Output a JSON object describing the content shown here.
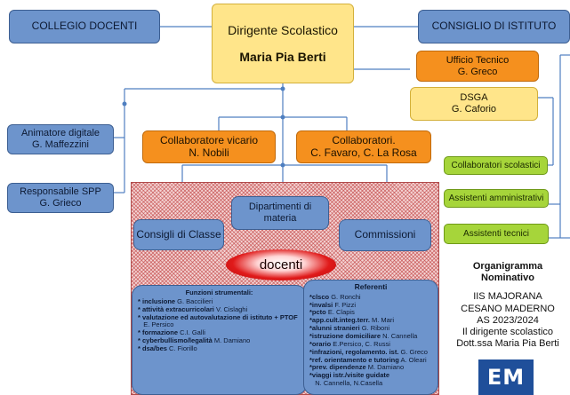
{
  "top": {
    "collegio_docenti": "COLLEGIO DOCENTI",
    "dirigente_title": "Dirigente Scolastico",
    "dirigente_name": "Maria Pia Berti",
    "consiglio_istituto": "CONSIGLIO DI ISTITUTO"
  },
  "ufficio_tecnico": {
    "title": "Ufficio Tecnico",
    "name": "G. Greco"
  },
  "dsga": {
    "title": "DSGA",
    "name": "G. Caforio"
  },
  "animatore": {
    "title": "Animatore digitale",
    "name": "G. Maffezzini"
  },
  "rspp": {
    "title": "Responsabile SPP",
    "name": "G. Grieco"
  },
  "collaboratore_vicario": {
    "title": "Collaboratore vicario",
    "name": "N. Nobili"
  },
  "collaboratori": {
    "title": "Collaboratori.",
    "name": "C. Favaro, C. La Rosa"
  },
  "staff": {
    "collaboratori_scolastici": "Collaboratori scolastici",
    "assistenti_amministrativi": "Assistenti amministrativi",
    "assistenti_tecnici": "Assistenti tecnici"
  },
  "didattica": {
    "dipartimenti": "Dipartimenti di materia",
    "consigli": "Consigli di Classe",
    "commissioni": "Commissioni",
    "docenti": "docenti"
  },
  "funzioni": {
    "heading": "Funzioni strumentali:",
    "items": [
      {
        "bold": "* inclusione",
        "name": " G. Baccilieri"
      },
      {
        "bold": "* attività extracurricolari",
        "name": " V. Cislaghi"
      },
      {
        "bold": "* valutazione ed autovalutazione di istituto + PTOF",
        "name": ""
      },
      {
        "bold": "",
        "name": "   E. Persico"
      },
      {
        "bold": "* formazione",
        "name": " C.I. Galli"
      },
      {
        "bold": "* cyberbullismo/legalità",
        "name": " M. Damiano"
      },
      {
        "bold": "* dsa/bes",
        "name": " C. Fiorillo"
      }
    ]
  },
  "referenti": {
    "heading": "Referenti",
    "items": [
      {
        "bold": "*clsco",
        "name": " G. Ronchi"
      },
      {
        "bold": "*invalsi",
        "name": " F. Pizzi"
      },
      {
        "bold": "*pcto",
        "name": " E. Clapis"
      },
      {
        "bold": "*app.cult.integ.terr.",
        "name": " M. Mari"
      },
      {
        "bold": "*alunni stranieri",
        "name": " G. Riboni"
      },
      {
        "bold": "*istruzione domiciliare",
        "name": " N. Cannella"
      },
      {
        "bold": "*orario",
        "name": " E.Persico, C. Russi"
      },
      {
        "bold": "*infrazioni, regolamento. ist.",
        "name": " G. Greco"
      },
      {
        "bold": "*ref. orientamento e tutoring",
        "name": " A. Oleari"
      },
      {
        "bold": "*prev. dipendenze",
        "name": " M. Damiano"
      },
      {
        "bold": "*viaggi istr./visite guidate",
        "name": ""
      },
      {
        "bold": "",
        "name": "   N. Cannella, N.Casella"
      }
    ]
  },
  "legend": {
    "title": "Organigramma Nominativo",
    "lines": [
      "IIS MAJORANA",
      "CESANO MADERNO",
      "AS 2023/2024",
      "Il dirigente scolastico",
      "Dott.ssa Maria Pia Berti"
    ]
  },
  "logo": {
    "text": "EM"
  },
  "colors": {
    "blue": "#6d94cc",
    "orange": "#f5901e",
    "yellow": "#ffe58a",
    "green": "#a6d53a",
    "red": "#e01a1a",
    "line": "#4f7fc0"
  }
}
